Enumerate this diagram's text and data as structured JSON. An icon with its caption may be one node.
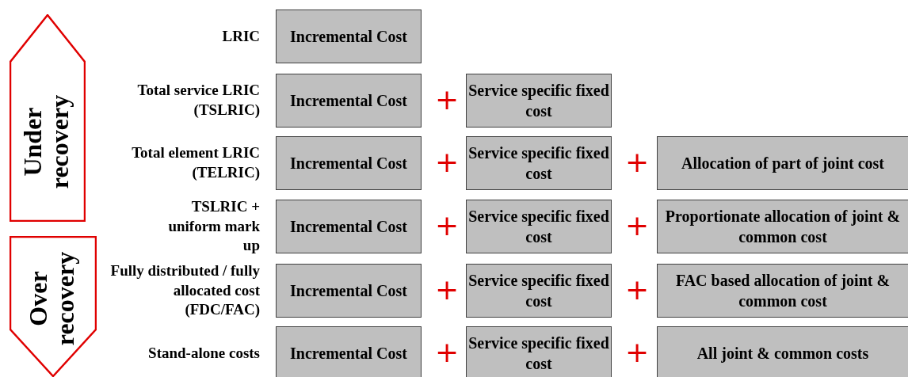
{
  "diagram": {
    "nodes": [
      {
        "text": [
          "Under recovery"
        ]
      },
      {
        "text": [
          "Over recovery"
        ]
      },
      {
        "text": [
          "Incremental Cost"
        ]
      },
      {
        "text": [
          "Incremental Cost"
        ]
      },
      {
        "text": [
          "Service specific fixed cost"
        ]
      },
      {
        "text": [
          "Incremental Cost"
        ]
      },
      {
        "text": [
          "Service specific fixed cost"
        ]
      },
      {
        "text": [
          "Allocation of part of joint cost"
        ]
      },
      {
        "text": [
          "Incremental Cost"
        ]
      },
      {
        "text": [
          "Service specific fixed cost"
        ]
      },
      {
        "text": [
          "Proportionate allocation of joint & common cost"
        ]
      },
      {
        "text": [
          "Incremental Cost"
        ]
      },
      {
        "text": [
          "Service specific fixed cost"
        ]
      },
      {
        "text": [
          "FAC based allocation of joint & common cost"
        ]
      },
      {
        "text": [
          "Incremental Cost"
        ]
      },
      {
        "text": [
          "Service specific fixed cost"
        ]
      },
      {
        "text": [
          "All joint & common costs"
        ]
      }
    ],
    "labels": [
      "LRIC",
      "Total service LRIC (TSLRIC)",
      "+",
      "Total element LRIC (TELRIC)",
      "+",
      "+",
      "TSLRIC + uniform mark up",
      "+",
      "+",
      "Fully distributed / fully allocated cost (FDC/FAC)",
      "+",
      "+",
      "Stand-alone costs",
      "+",
      "+"
    ]
  }
}
